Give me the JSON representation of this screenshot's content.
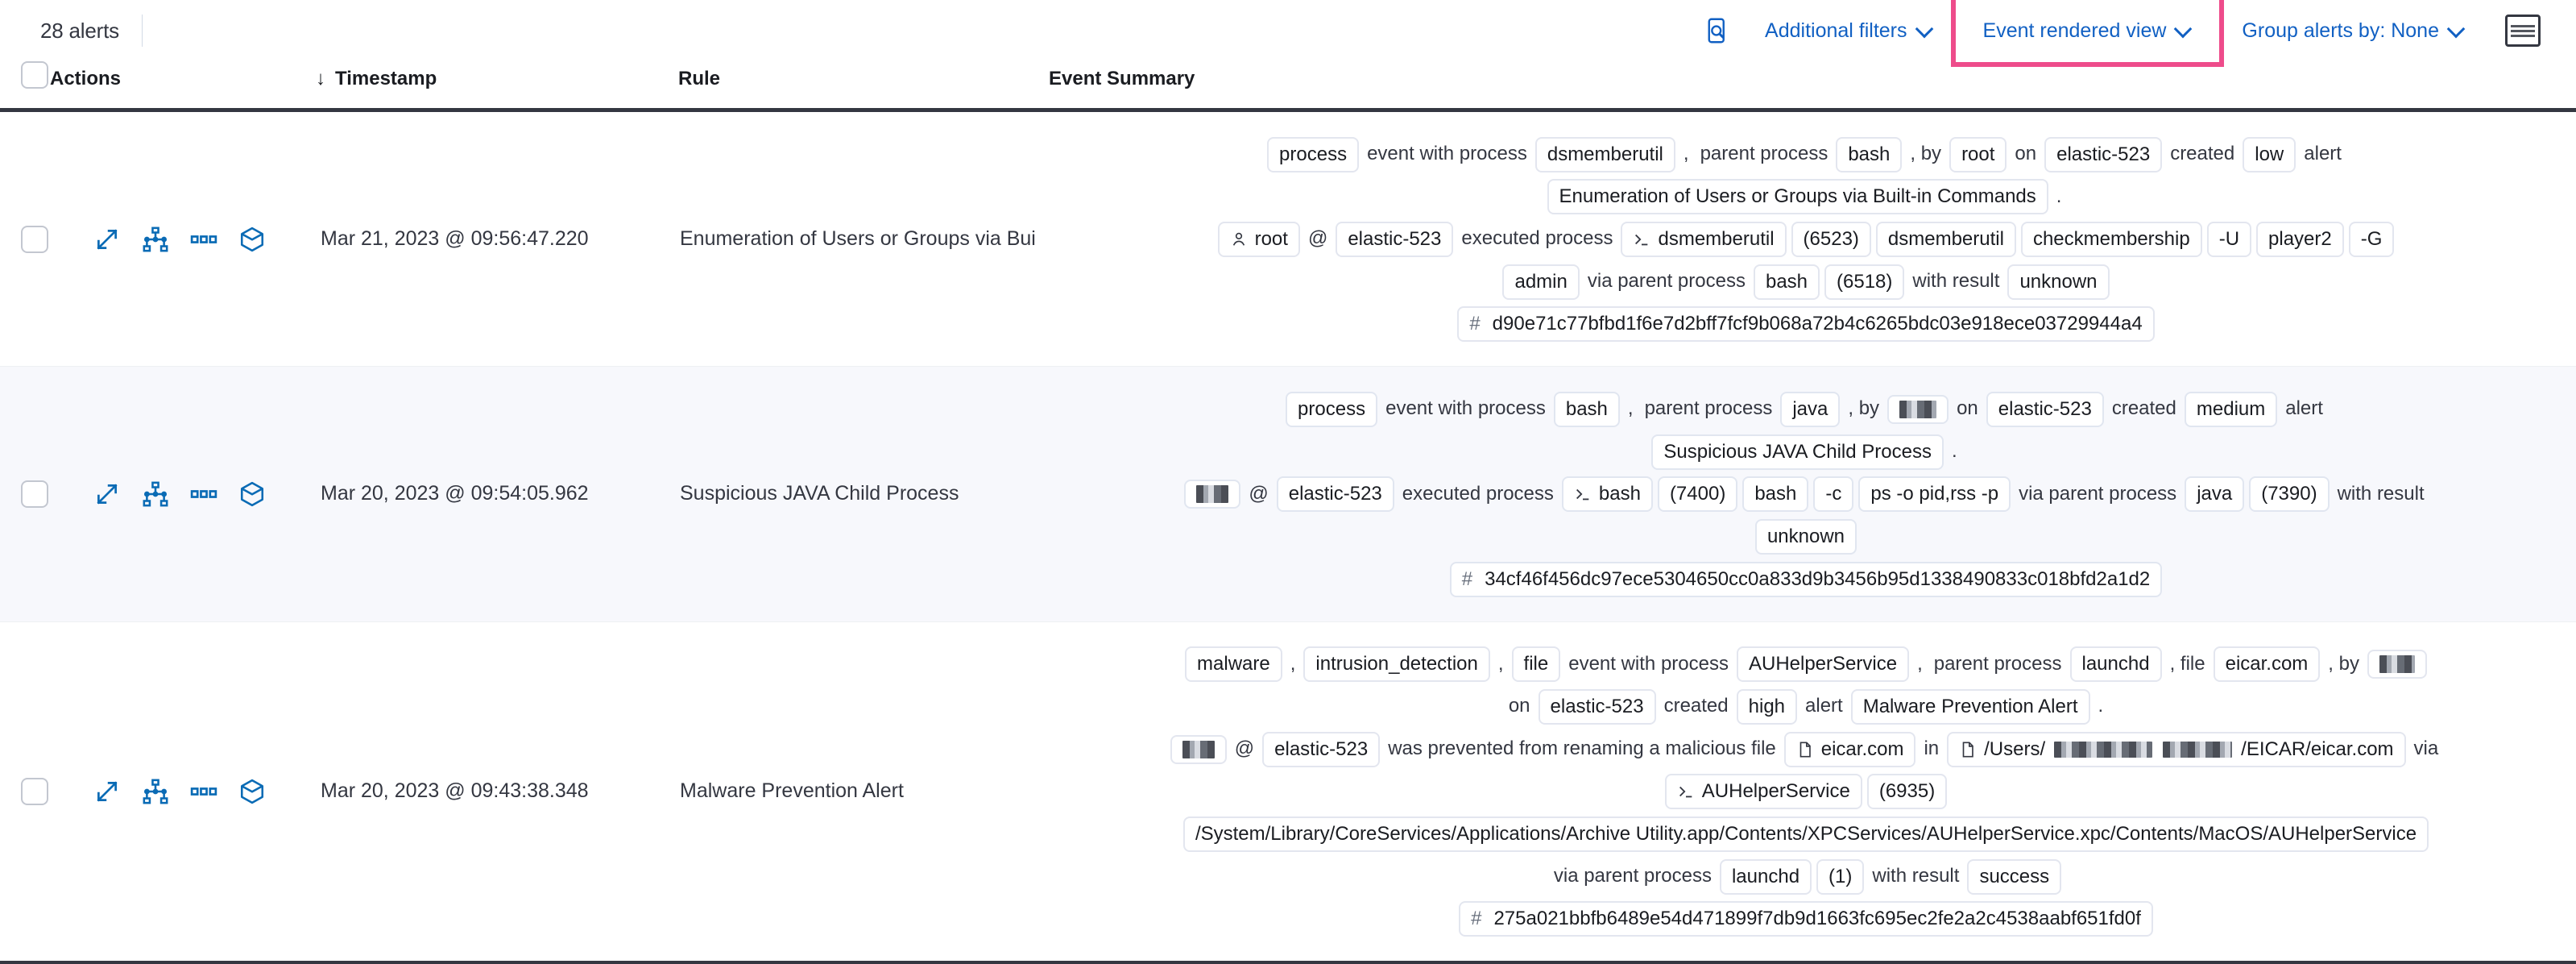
{
  "toolbar": {
    "alerts_count": "28 alerts",
    "search_icon": "inspect-search-icon",
    "additional_filters": "Additional filters",
    "event_rendered_view": "Event rendered view",
    "group_alerts_by": "Group alerts by: None",
    "keyboard_icon": "keyboard-shortcuts-icon",
    "highlight_color": "#ee4c8b",
    "link_color": "#1160c3"
  },
  "table": {
    "headers": {
      "actions": "Actions",
      "timestamp": "Timestamp",
      "rule": "Rule",
      "event_summary": "Event Summary",
      "sort_arrow": "↓"
    },
    "row_action_icons": [
      "expand-icon",
      "session-view-icon",
      "more-actions-icon",
      "analyzer-cube-icon"
    ]
  },
  "rows": [
    {
      "timestamp": "Mar 21, 2023 @ 09:56:47.220",
      "rule": "Enumeration of Users or Groups via Bui",
      "summary_lines": [
        [
          {
            "t": "chip",
            "v": "process"
          },
          {
            "t": "txt",
            "v": "event with process"
          },
          {
            "t": "chip",
            "v": "dsmemberutil"
          },
          {
            "t": "txt",
            "v": ","
          },
          {
            "t": "txt",
            "v": "parent process"
          },
          {
            "t": "chip",
            "v": "bash"
          },
          {
            "t": "txt",
            "v": ", by"
          },
          {
            "t": "chip",
            "v": "root"
          },
          {
            "t": "txt",
            "v": "on"
          },
          {
            "t": "chip",
            "v": "elastic-523"
          },
          {
            "t": "txt",
            "v": "created"
          },
          {
            "t": "chip",
            "v": "low"
          },
          {
            "t": "txt",
            "v": "alert"
          }
        ],
        [
          {
            "t": "chip",
            "v": "Enumeration of Users or Groups via Built-in Commands"
          },
          {
            "t": "txt",
            "v": "."
          }
        ],
        [
          {
            "t": "chip",
            "v": "root",
            "icon": "user-icon"
          },
          {
            "t": "txt",
            "v": "@"
          },
          {
            "t": "chip",
            "v": "elastic-523"
          },
          {
            "t": "txt",
            "v": "executed process"
          },
          {
            "t": "chip",
            "v": "dsmemberutil",
            "icon": "terminal-icon"
          },
          {
            "t": "chip",
            "v": "(6523)"
          },
          {
            "t": "chip",
            "v": "dsmemberutil"
          },
          {
            "t": "chip",
            "v": "checkmembership"
          },
          {
            "t": "chip",
            "v": "-U"
          },
          {
            "t": "chip",
            "v": "player2"
          },
          {
            "t": "chip",
            "v": "-G"
          }
        ],
        [
          {
            "t": "chip",
            "v": "admin"
          },
          {
            "t": "txt",
            "v": "via parent process"
          },
          {
            "t": "chip",
            "v": "bash"
          },
          {
            "t": "chip",
            "v": "(6518)"
          },
          {
            "t": "txt",
            "v": "with result"
          },
          {
            "t": "chip",
            "v": "unknown"
          }
        ],
        [
          {
            "t": "hash",
            "v": "d90e71c77bfbd1f6e7d2bff7fcf9b068a72b4c6265bdc03e918ece03729944a4"
          }
        ]
      ]
    },
    {
      "timestamp": "Mar 20, 2023 @ 09:54:05.962",
      "rule": "Suspicious JAVA Child Process",
      "summary_lines": [
        [
          {
            "t": "chip",
            "v": "process"
          },
          {
            "t": "txt",
            "v": "event with process"
          },
          {
            "t": "chip",
            "v": "bash"
          },
          {
            "t": "txt",
            "v": ","
          },
          {
            "t": "txt",
            "v": "parent process"
          },
          {
            "t": "chip",
            "v": "java"
          },
          {
            "t": "txt",
            "v": ", by"
          },
          {
            "t": "chip",
            "v": "",
            "redact": "r1"
          },
          {
            "t": "txt",
            "v": "on"
          },
          {
            "t": "chip",
            "v": "elastic-523"
          },
          {
            "t": "txt",
            "v": "created"
          },
          {
            "t": "chip",
            "v": "medium"
          },
          {
            "t": "txt",
            "v": "alert"
          }
        ],
        [
          {
            "t": "chip",
            "v": "Suspicious JAVA Child Process"
          },
          {
            "t": "txt",
            "v": "."
          }
        ],
        [
          {
            "t": "chip",
            "v": "",
            "redact": "r2"
          },
          {
            "t": "txt",
            "v": "@"
          },
          {
            "t": "chip",
            "v": "elastic-523"
          },
          {
            "t": "txt",
            "v": "executed process"
          },
          {
            "t": "chip",
            "v": "bash",
            "icon": "terminal-icon"
          },
          {
            "t": "chip",
            "v": "(7400)"
          },
          {
            "t": "chip",
            "v": "bash"
          },
          {
            "t": "chip",
            "v": "-c"
          },
          {
            "t": "chip",
            "v": "ps -o pid,rss -p"
          },
          {
            "t": "txt",
            "v": "via parent process"
          },
          {
            "t": "chip",
            "v": "java"
          },
          {
            "t": "chip",
            "v": "(7390)"
          },
          {
            "t": "txt",
            "v": "with result"
          }
        ],
        [
          {
            "t": "chip",
            "v": "unknown"
          }
        ],
        [
          {
            "t": "hash",
            "v": "34cf46f456dc97ece5304650cc0a833d9b3456b95d1338490833c018bfd2a1d2"
          }
        ]
      ]
    },
    {
      "timestamp": "Mar 20, 2023 @ 09:43:38.348",
      "rule": "Malware Prevention Alert",
      "summary_lines": [
        [
          {
            "t": "chip",
            "v": "malware"
          },
          {
            "t": "txt",
            "v": ","
          },
          {
            "t": "chip",
            "v": "intrusion_detection"
          },
          {
            "t": "txt",
            "v": ","
          },
          {
            "t": "chip",
            "v": "file"
          },
          {
            "t": "txt",
            "v": "event with process"
          },
          {
            "t": "chip",
            "v": "AUHelperService"
          },
          {
            "t": "txt",
            "v": ","
          },
          {
            "t": "txt",
            "v": "parent process"
          },
          {
            "t": "chip",
            "v": "launchd"
          },
          {
            "t": "txt",
            "v": ", file"
          },
          {
            "t": "chip",
            "v": "eicar.com"
          },
          {
            "t": "txt",
            "v": ", by"
          },
          {
            "t": "chip",
            "v": "",
            "redact": "r3"
          }
        ],
        [
          {
            "t": "txt",
            "v": "on"
          },
          {
            "t": "chip",
            "v": "elastic-523"
          },
          {
            "t": "txt",
            "v": "created"
          },
          {
            "t": "chip",
            "v": "high"
          },
          {
            "t": "txt",
            "v": "alert"
          },
          {
            "t": "chip",
            "v": "Malware Prevention Alert"
          },
          {
            "t": "txt",
            "v": "."
          }
        ],
        [
          {
            "t": "chip",
            "v": "",
            "redact": "r2"
          },
          {
            "t": "txt",
            "v": "@"
          },
          {
            "t": "chip",
            "v": "elastic-523"
          },
          {
            "t": "txt",
            "v": "was prevented from renaming a malicious file"
          },
          {
            "t": "chip",
            "v": "eicar.com",
            "icon": "doc-icon"
          },
          {
            "t": "txt",
            "v": "in"
          },
          {
            "t": "chip",
            "v": "/Users/",
            "icon": "doc-icon",
            "suffix": "/EICAR/eicar.com",
            "redactmid": "rpath"
          },
          {
            "t": "txt",
            "v": "via"
          }
        ],
        [
          {
            "t": "chip",
            "v": "AUHelperService",
            "icon": "terminal-icon"
          },
          {
            "t": "chip",
            "v": "(6935)"
          }
        ],
        [
          {
            "t": "chip",
            "v": "/System/Library/CoreServices/Applications/Archive Utility.app/Contents/XPCServices/AUHelperService.xpc/Contents/MacOS/AUHelperService"
          }
        ],
        [
          {
            "t": "txt",
            "v": "via parent process"
          },
          {
            "t": "chip",
            "v": "launchd"
          },
          {
            "t": "chip",
            "v": "(1)"
          },
          {
            "t": "txt",
            "v": "with result"
          },
          {
            "t": "chip",
            "v": "success"
          }
        ],
        [
          {
            "t": "hash",
            "v": "275a021bbfb6489e54d471899f7db9d1663fc695ec2fe2a2c4538aabf651fd0f"
          }
        ]
      ]
    }
  ]
}
